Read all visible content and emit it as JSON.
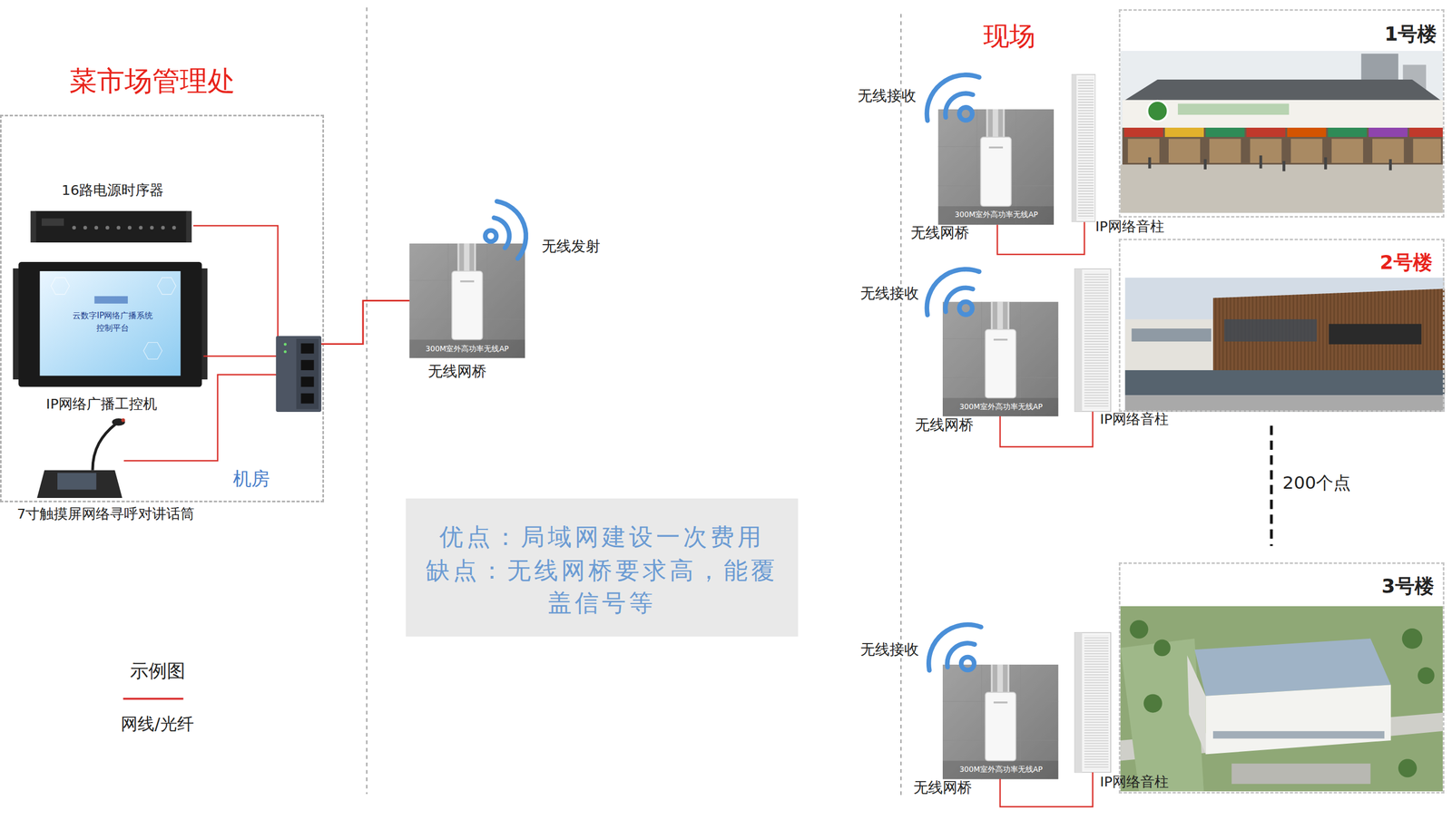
{
  "diagram": {
    "nodes": [
      {
        "text": [
          "菜市场管理处",
          "机房"
        ]
      },
      {
        "text": [
          "16路电源时序器"
        ],
        "in": 0
      },
      {
        "text": [
          "IP网络广播工控机",
          "云数字IP网络广播系统 控制平台"
        ],
        "in": 0
      },
      {
        "text": [
          "7寸触摸屏网络寻呼对讲话筒"
        ],
        "in": 0
      },
      {
        "text": [
          "300M室外高功率无线AP",
          "无线网桥"
        ]
      },
      {
        "text": [
          "优点：局域网建设一次费用",
          "缺点：无线网桥要求高，能覆盖信号等"
        ]
      },
      {
        "text": [
          "300M室外高功率无线AP",
          "无线网桥"
        ]
      },
      {
        "text": [
          "IP网络音柱"
        ]
      },
      {
        "text": [
          "1号楼"
        ]
      },
      {
        "text": [
          "300M室外高功率无线AP",
          "无线网桥"
        ]
      },
      {
        "text": [
          "IP网络音柱"
        ]
      },
      {
        "text": [
          "2号楼"
        ]
      },
      {
        "text": [
          "300M室外高功率无线AP",
          "无线网桥"
        ]
      },
      {
        "text": [
          "IP网络音柱"
        ]
      },
      {
        "text": [
          "3号楼"
        ]
      }
    ],
    "edges": [
      {
        "from": 1,
        "to": 4,
        "arrow": "none"
      },
      {
        "from": 2,
        "to": 4,
        "arrow": "none"
      },
      {
        "from": 3,
        "to": 4,
        "arrow": "none"
      },
      {
        "from": 6,
        "to": 7,
        "arrow": "none"
      },
      {
        "from": 9,
        "to": 10,
        "arrow": "none"
      },
      {
        "from": 12,
        "to": 13,
        "arrow": "none"
      }
    ],
    "labels": [
      "无线发射",
      "现场",
      "无线接收",
      "无线接收",
      "无线接收",
      "200个点",
      "示例图"
    ],
    "legend": [
      {
        "text": "网线/光纤"
      }
    ]
  }
}
